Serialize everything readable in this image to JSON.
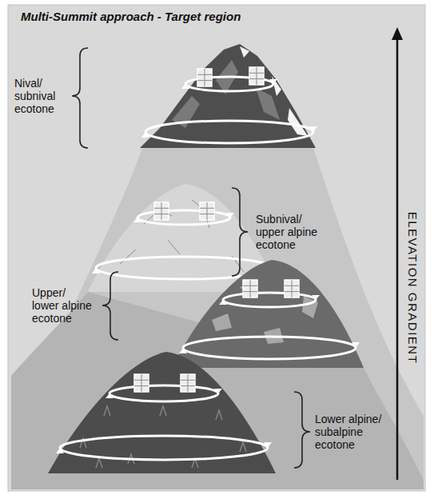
{
  "diagram": {
    "title": "Multi-Summit approach - Target region",
    "labels": [
      "Nival/ subnival ecotone",
      "Subnival/ upper alpine ecotone",
      "Upper/ lower alpine ecotone",
      "Lower alpine/ subalpine ecotone",
      "ELEVATION GRADIENT"
    ]
  }
}
